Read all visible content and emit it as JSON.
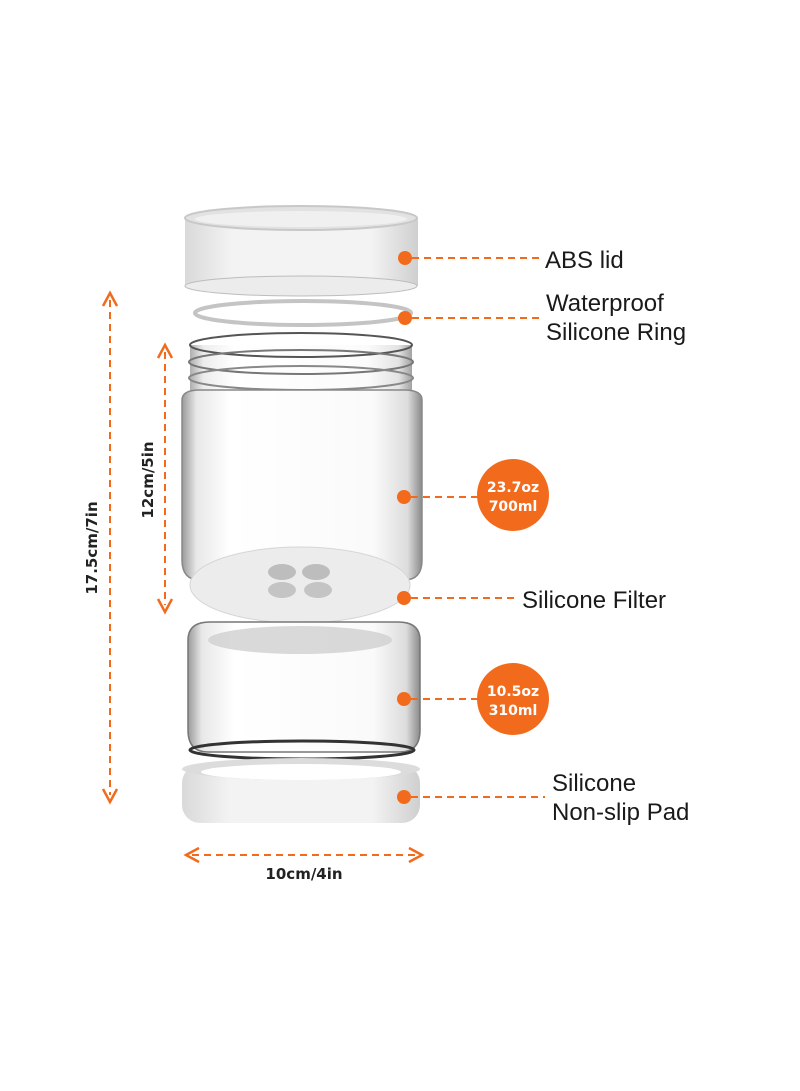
{
  "colors": {
    "accent": "#f26b1d",
    "label": "#1a1a1a"
  },
  "callouts": {
    "lid": "ABS lid",
    "ring_line1": "Waterproof",
    "ring_line2": "Silicone Ring",
    "filter": "Silicone Filter",
    "pad_line1": "Silicone",
    "pad_line2": "Non-slip Pad"
  },
  "capacity": {
    "upper_oz": "23.7oz",
    "upper_ml": "700ml",
    "lower_oz": "10.5oz",
    "lower_ml": "310ml"
  },
  "dimensions": {
    "total_height": "17.5cm/7in",
    "jar_height": "12cm/5in",
    "width": "10cm/4in"
  }
}
